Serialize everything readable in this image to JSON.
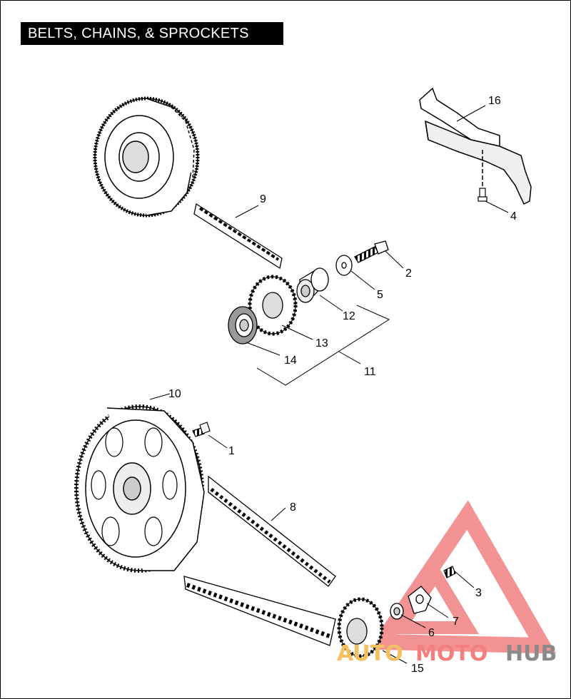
{
  "title": "BELTS, CHAINS, & SPROCKETS",
  "callouts": [
    "1",
    "2",
    "3",
    "4",
    "5",
    "6",
    "7",
    "8",
    "9",
    "10",
    "11",
    "12",
    "13",
    "14",
    "15",
    "16"
  ],
  "watermark": {
    "part1": "AUTO",
    "part2": "MOTO",
    "part3": "HUB",
    "color_red": "#f28080",
    "color_orange": "#f5c060",
    "color_gray": "#8a8a8a"
  },
  "colors": {
    "line": "#000000",
    "background": "#ffffff"
  }
}
